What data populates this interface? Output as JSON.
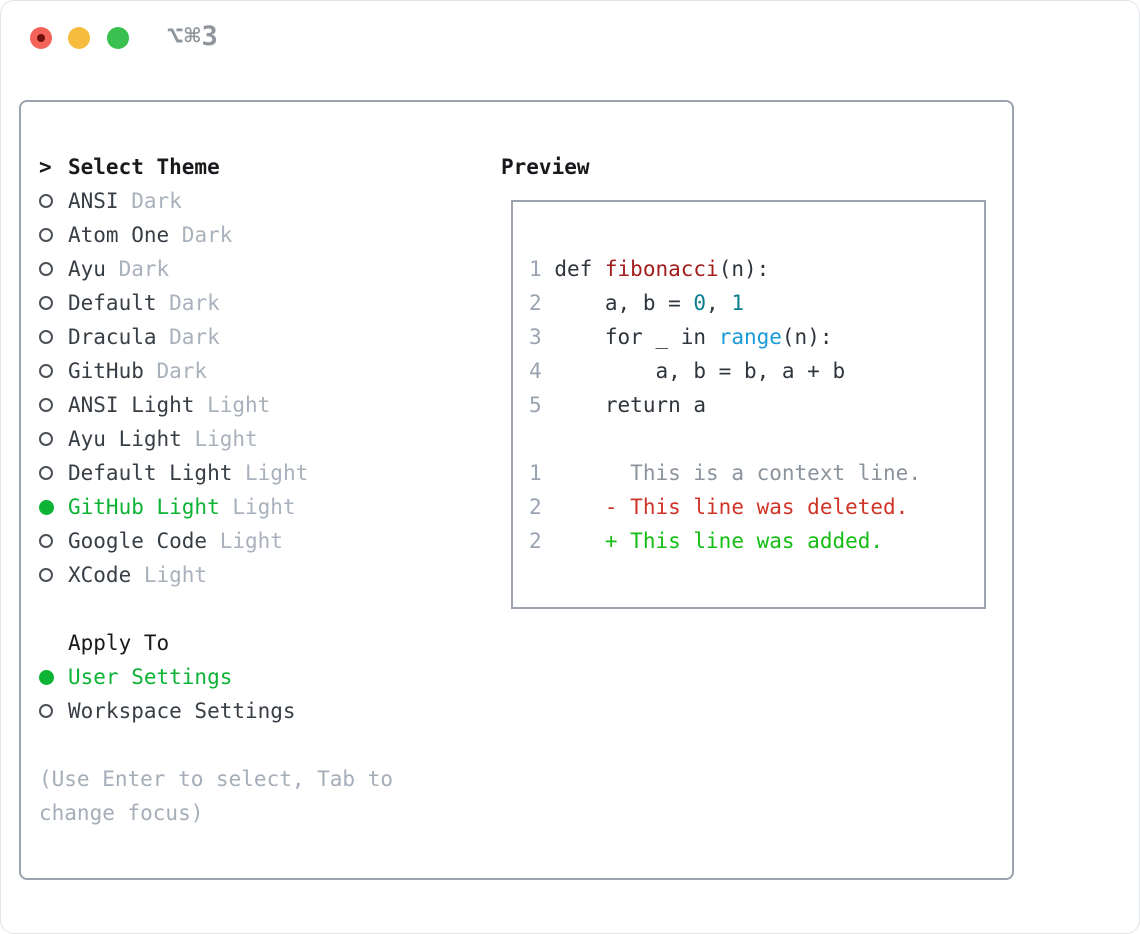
{
  "titlebar": {
    "shortcut": "⌥⌘3"
  },
  "theme_picker": {
    "prompt": ">",
    "title": "Select Theme",
    "themes": [
      {
        "name": "ANSI",
        "variant": "Dark",
        "selected": false
      },
      {
        "name": "Atom One",
        "variant": "Dark",
        "selected": false
      },
      {
        "name": "Ayu",
        "variant": "Dark",
        "selected": false
      },
      {
        "name": "Default",
        "variant": "Dark",
        "selected": false
      },
      {
        "name": "Dracula",
        "variant": "Dark",
        "selected": false
      },
      {
        "name": "GitHub",
        "variant": "Dark",
        "selected": false
      },
      {
        "name": "ANSI Light",
        "variant": "Light",
        "selected": false
      },
      {
        "name": "Ayu Light",
        "variant": "Light",
        "selected": false
      },
      {
        "name": "Default Light",
        "variant": "Light",
        "selected": false
      },
      {
        "name": "GitHub Light",
        "variant": "Light",
        "selected": true
      },
      {
        "name": "Google Code",
        "variant": "Light",
        "selected": false
      },
      {
        "name": "XCode",
        "variant": "Light",
        "selected": false
      }
    ],
    "apply_to": {
      "title": "Apply To",
      "options": [
        {
          "label": "User Settings",
          "selected": true
        },
        {
          "label": "Workspace Settings",
          "selected": false
        }
      ]
    },
    "help_line1": "(Use Enter to select, Tab to",
    "help_line2": "change focus)"
  },
  "preview": {
    "title": "Preview",
    "code_lines": [
      {
        "num": "1",
        "tokens": [
          {
            "text": "def ",
            "style": "code"
          },
          {
            "text": "fibonacci",
            "style": "function"
          },
          {
            "text": "(n):",
            "style": "code"
          }
        ]
      },
      {
        "num": "2",
        "tokens": [
          {
            "text": "    a, b = ",
            "style": "code"
          },
          {
            "text": "0",
            "style": "number"
          },
          {
            "text": ", ",
            "style": "code"
          },
          {
            "text": "1",
            "style": "number"
          }
        ]
      },
      {
        "num": "3",
        "tokens": [
          {
            "text": "    for _ in ",
            "style": "code"
          },
          {
            "text": "range",
            "style": "builtin"
          },
          {
            "text": "(n):",
            "style": "code"
          }
        ]
      },
      {
        "num": "4",
        "tokens": [
          {
            "text": "        a, b = b, a + b",
            "style": "code"
          }
        ]
      },
      {
        "num": "5",
        "tokens": [
          {
            "text": "    return a",
            "style": "code"
          }
        ]
      },
      {
        "num": "",
        "tokens": []
      },
      {
        "num": "1",
        "tokens": [
          {
            "text": "      This is a context line.",
            "style": "context"
          }
        ]
      },
      {
        "num": "2",
        "tokens": [
          {
            "text": "    - This line was deleted.",
            "style": "deleted"
          }
        ]
      },
      {
        "num": "2",
        "tokens": [
          {
            "text": "    + This line was added.",
            "style": "added"
          }
        ]
      }
    ]
  },
  "colors": {
    "selected_green": "#0db335",
    "added_green": "#13bd13",
    "deleted_red": "#cf3429",
    "function_red": "#a31d1d",
    "number_teal": "#0c7f8f",
    "builtin_blue": "#1a9bd7",
    "context_gray": "#8b939c",
    "gutter_gray": "#9aa3b2",
    "text_dark": "#383e45",
    "variant_gray": "#a9b1bd",
    "heading_black": "#17191c",
    "help_gray": "#a5adb9",
    "border_gray": "#9aa3ae",
    "traffic_red": "#f4635a",
    "traffic_yellow": "#f6bc3e",
    "traffic_green": "#39c04f",
    "shortcut_gray": "#8f959c"
  }
}
